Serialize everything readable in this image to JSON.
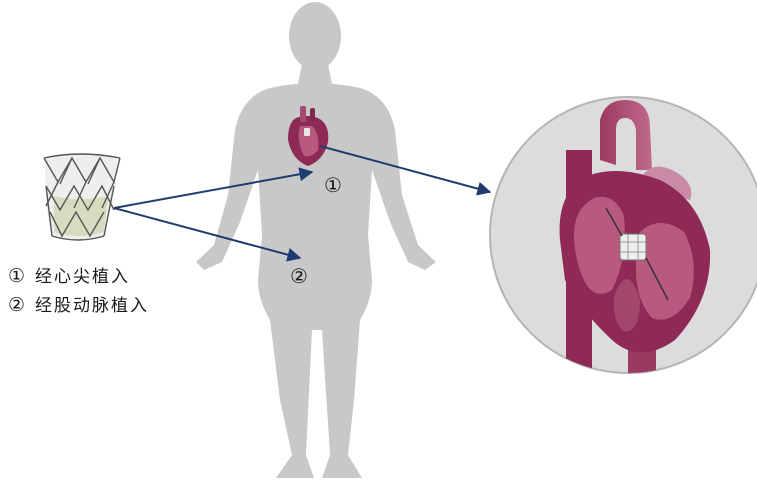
{
  "diagram": {
    "markers": [
      {
        "id": "route-1",
        "symbol": "①"
      },
      {
        "id": "route-2",
        "symbol": "②"
      }
    ],
    "legend": [
      {
        "symbol": "①",
        "text": "经心尖植入"
      },
      {
        "symbol": "②",
        "text": "经股动脉植入"
      }
    ],
    "colors": {
      "body_silhouette": "#c8c8c8",
      "arrow": "#1f3b70",
      "heart_main": "#8e2a55",
      "heart_inner": "#b85a7e",
      "zoom_circle_fill": "#dcdcdc",
      "zoom_circle_stroke": "#b5b5b5"
    },
    "icons": [
      "valve-stent-icon",
      "human-body-silhouette",
      "heart-icon",
      "heart-zoom-illustration"
    ]
  }
}
